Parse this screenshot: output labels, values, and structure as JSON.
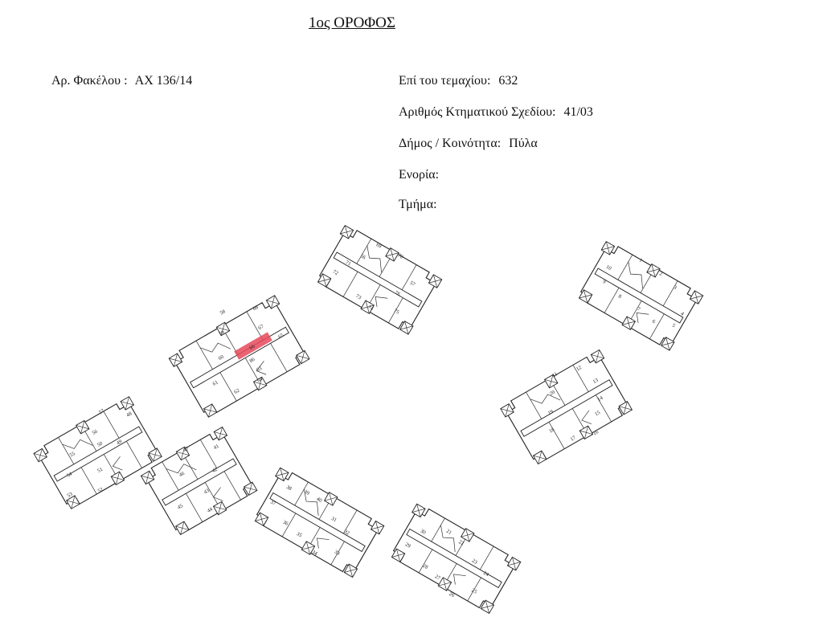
{
  "header": {
    "title": "1ος ΟΡΟΦΟΣ",
    "file_label": "Αρ. Φακέλου :",
    "file_value": "ΑΧ 136/14"
  },
  "info": {
    "plot_label": "Επί του τεμαχίου:",
    "plot_value": "632",
    "sheet_label": "Αριθμός Κτηματικού Σχεδίου:",
    "sheet_value": "41/03",
    "municipality_label": "Δήμος / Κοινότητα:",
    "municipality_value": "Πύλα",
    "parish_label": "Ενορία:",
    "parish_value": "",
    "section_label": "Τμήμα:",
    "section_value": ""
  },
  "plan": {
    "highlight_color": "#e8495a",
    "highlighted_unit": "66",
    "blocks": [
      {
        "name": "block-top-center",
        "units": [
          "69",
          "70",
          "56",
          "57",
          "71",
          "76",
          "72",
          "73",
          "74",
          "75"
        ]
      },
      {
        "name": "block-top-right",
        "units": [
          "1",
          "2",
          "3",
          "10",
          "4",
          "9",
          "8",
          "7",
          "6",
          "5"
        ]
      },
      {
        "name": "block-center-left",
        "units": [
          "58",
          "68",
          "59",
          "67",
          "60",
          "66",
          "65",
          "86",
          "63",
          "61",
          "62",
          "64"
        ]
      },
      {
        "name": "block-middle-right",
        "units": [
          "11",
          "12",
          "20",
          "13",
          "19",
          "14",
          "18",
          "15",
          "17",
          "16"
        ]
      },
      {
        "name": "block-bottom-left",
        "units": [
          "57",
          "48",
          "56",
          "55",
          "50",
          "49",
          "54",
          "51",
          "53",
          "52"
        ]
      },
      {
        "name": "block-bottom-leftcenter",
        "units": [
          "47",
          "41",
          "46",
          "42",
          "43",
          "45",
          "44"
        ]
      },
      {
        "name": "block-bottom-center",
        "units": [
          "38",
          "39",
          "40",
          "31",
          "32",
          "37",
          "33",
          "36",
          "35",
          "34"
        ]
      },
      {
        "name": "block-bottom-right",
        "units": [
          "30",
          "21",
          "22",
          "23",
          "24",
          "29",
          "28",
          "27",
          "25",
          "26"
        ]
      }
    ]
  }
}
